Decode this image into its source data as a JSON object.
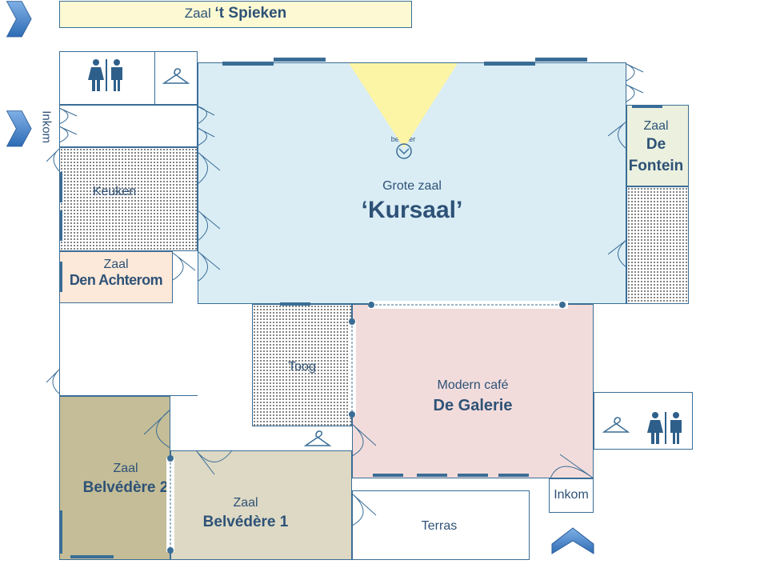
{
  "rooms": {
    "spieken": {
      "prefix": "Zaal",
      "name": "‘t Spieken"
    },
    "kursaal": {
      "line1": "Grote zaal",
      "name": "‘Kursaal’",
      "beamer": "beamer"
    },
    "fontein": {
      "line1": "Zaal",
      "line2": "De",
      "line3": "Fontein"
    },
    "keuken": {
      "name": "Keuken"
    },
    "achterom": {
      "line1": "Zaal",
      "name": "Den Achterom"
    },
    "toog": {
      "name": "Toog"
    },
    "galerie": {
      "line1": "Modern café",
      "name": "De Galerie"
    },
    "belvedere2": {
      "line1": "Zaal",
      "name": "Belvédère 2"
    },
    "belvedere1": {
      "line1": "Zaal",
      "name": "Belvédère 1"
    },
    "terras": {
      "name": "Terras"
    },
    "inkom_bottom": {
      "name": "Inkom"
    },
    "inkom_left": {
      "name": "Inkom"
    }
  },
  "icons": [
    "toilet-icon",
    "coat-hanger-icon",
    "arrow-icon",
    "beamer-icon"
  ],
  "colors": {
    "wall": "#3a6d96",
    "kursaal": "#daedf5",
    "spieken": "#fdfad3",
    "fontein": "#ebf1de",
    "achterom": "#fde9d9",
    "galerie": "#f2dcdb",
    "belvedere2": "#c4bd97",
    "belvedere1": "#ddd9c4",
    "beam": "#fdf5a6",
    "arrow": "#3f7fc6"
  }
}
